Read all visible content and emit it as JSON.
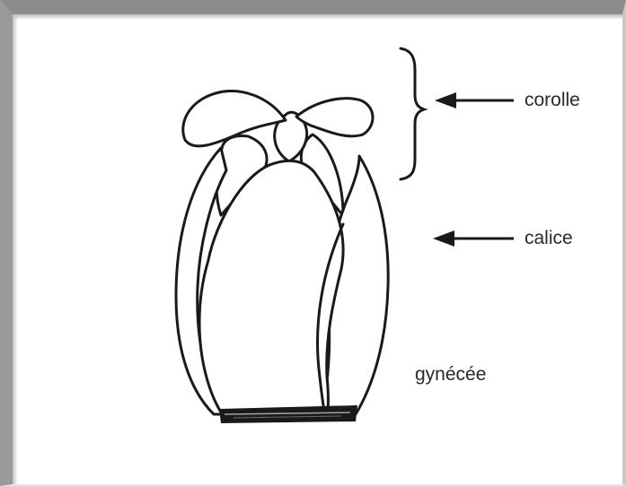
{
  "diagram": {
    "labels": {
      "corolla": "corolle",
      "calyx": "calice",
      "gynoecium": "gynécée"
    },
    "colors": {
      "ink": "#1a1a1a",
      "frame": "#8c8c8c",
      "background": "#ffffff"
    }
  }
}
